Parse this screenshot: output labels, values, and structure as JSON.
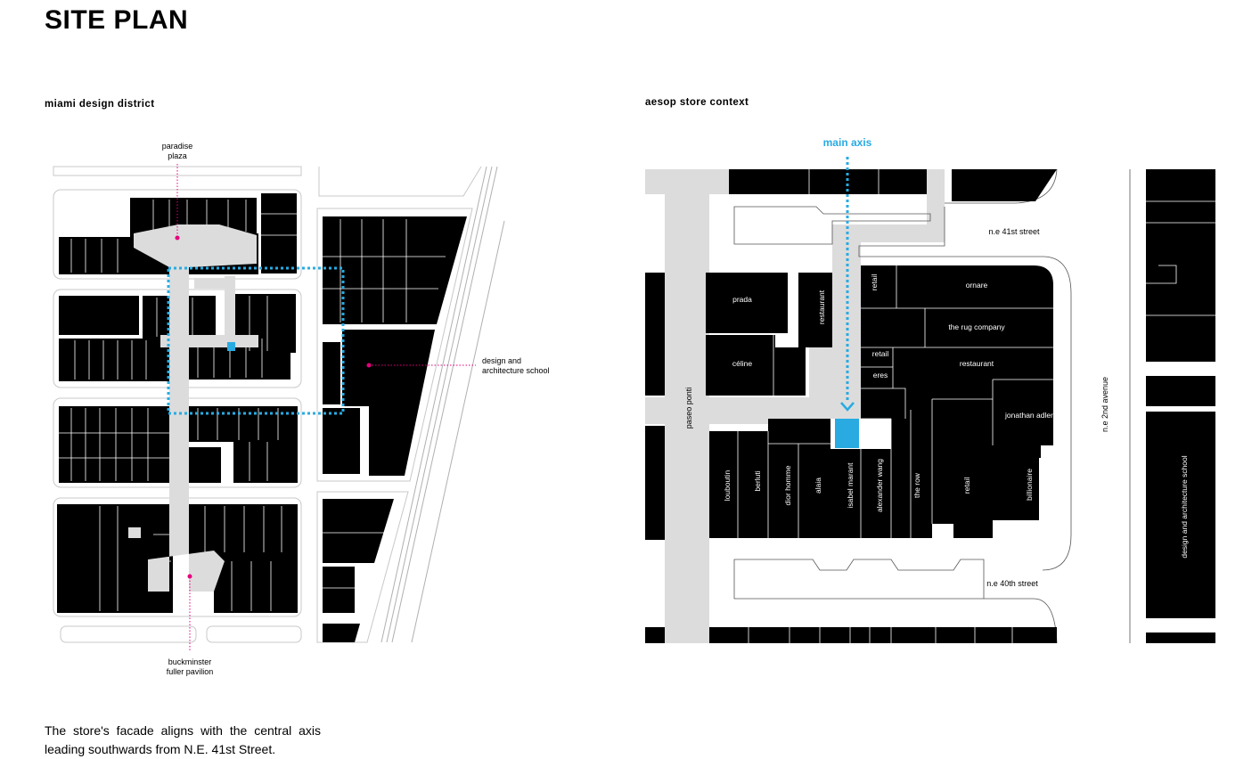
{
  "title": "SITE PLAN",
  "left_map": {
    "subtitle": "miami design district",
    "labels": {
      "paradise_1": "paradise",
      "paradise_2": "plaza",
      "school_1": "design and",
      "school_2": "architecture school",
      "pavilion_1": "buckminster",
      "pavilion_2": "fuller pavilion"
    }
  },
  "right_map": {
    "subtitle": "aesop store context",
    "main_axis": "main axis",
    "streets": {
      "ne41": "n.e 41st street",
      "ne40": "n.e 40th street",
      "ne2ave": "n.e 2nd avenue",
      "paseo": "paseo ponti",
      "school": "design and architecture school"
    },
    "stores": {
      "prada": "prada",
      "restaurant_1": "restaurant",
      "celine": "céline",
      "retail_1": "retail",
      "ornare": "ornare",
      "rug": "the rug company",
      "retail_2": "retail",
      "eres": "eres",
      "restaurant_2": "restaurant",
      "jonathan": "jonathan adler",
      "retail_3": "retail",
      "louboutin": "louboutin",
      "berluti": "berluti",
      "dior": "dior homme",
      "alaia": "alaia",
      "marant": "isabel marant",
      "wang": "alexander wang",
      "row": "the row",
      "retail_4": "retail",
      "billionaire": "billionaire"
    }
  },
  "caption": "The store's facade aligns with the central axis leading southwards from N.E. 41st Street.",
  "colors": {
    "axis": "#29abe2",
    "marker": "#e6007e",
    "plaza": "#dcdcdc",
    "building": "#000000"
  }
}
